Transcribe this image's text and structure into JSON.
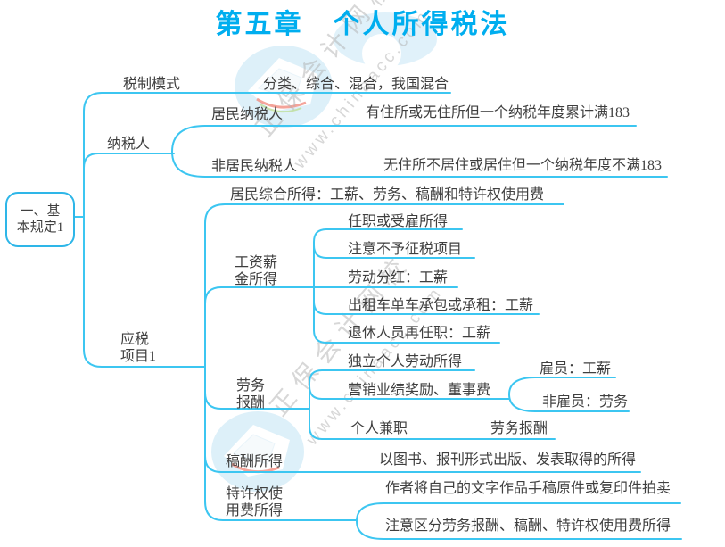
{
  "title": "第五章　个人所得税法",
  "colors": {
    "accent": "#00AEEF",
    "connector": "#3CC6F1",
    "text": "#3F3F3F"
  },
  "watermark": {
    "brand": "正保会计网校",
    "site": "www.chinaacc.com"
  },
  "root": {
    "label": "一、基\n本规定1"
  },
  "branches": {
    "taxModel": {
      "label": "税制模式",
      "value": "分类、综合、混合，我国混合"
    },
    "taxpayer": {
      "label": "纳税人",
      "resident": {
        "label": "居民纳税人",
        "value": "有住所或无住所但一个纳税年度累计满183"
      },
      "nonResident": {
        "label": "非居民纳税人",
        "value": "无住所不居住或居住但一个纳税年度不满183"
      }
    },
    "taxableItems": {
      "label": "应税\n项目1",
      "comprehensive": {
        "label": "居民综合所得：工薪、劳务、稿酬和特许权使用费"
      },
      "salary": {
        "label": "工资薪\n金所得",
        "items": [
          "任职或受雇所得",
          "注意不予征税项目",
          "劳动分红：工薪",
          "出租车单车承包或承租：工薪",
          "退休人员再任职：工薪"
        ]
      },
      "laborService": {
        "label": "劳务\n报酬",
        "independent": {
          "label": "独立个人劳动所得"
        },
        "marketing": {
          "label": "营销业绩奖励、董事费",
          "employee": "雇员：工薪",
          "nonEmployee": "非雇员：劳务"
        },
        "partTime": {
          "label": "个人兼职",
          "value": "劳务报酬"
        }
      },
      "manuscript": {
        "label": "稿酬所得",
        "value": "以图书、报刊形式出版、发表取得的所得"
      },
      "royalty": {
        "label": "特许权使\n用费所得",
        "auction": "作者将自己的文字作品手稿原件或复印件拍卖",
        "note": "注意区分劳务报酬、稿酬、特许权使用费所得"
      }
    }
  }
}
